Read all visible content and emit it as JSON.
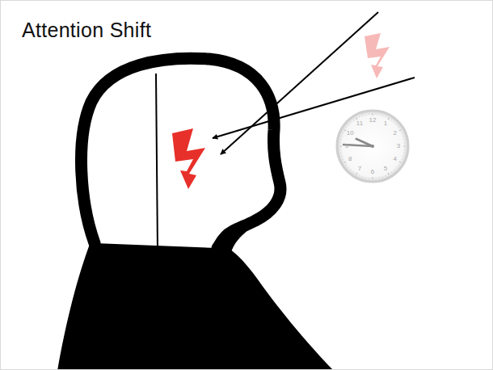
{
  "diagram": {
    "title": "Attention Shift",
    "labels": [
      "12",
      "1",
      "2",
      "3",
      "4",
      "5",
      "6",
      "7",
      "8",
      "9",
      "10",
      "11"
    ]
  }
}
